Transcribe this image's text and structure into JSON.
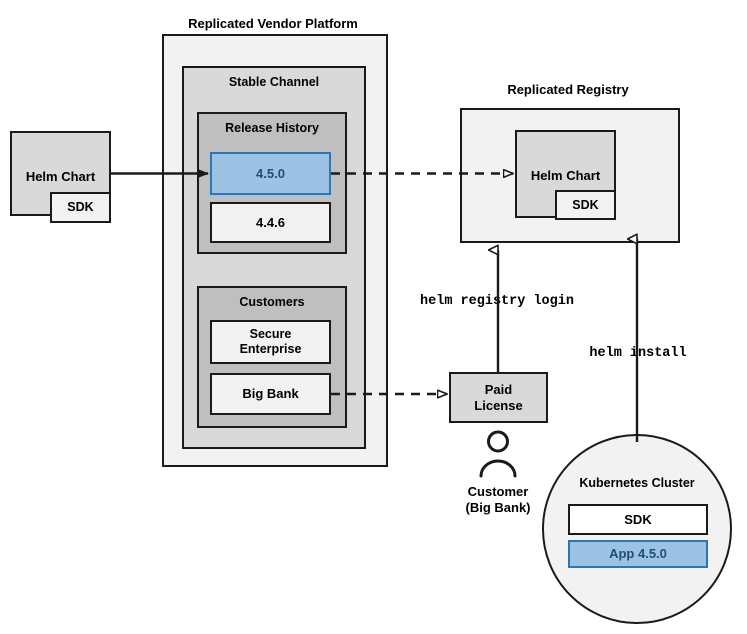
{
  "diagram": {
    "title_vendor_platform": "Replicated Vendor Platform",
    "title_registry": "Replicated Registry",
    "channel": {
      "title": "Stable Channel",
      "release_history": {
        "title": "Release History",
        "releases": [
          {
            "version": "4.5.0",
            "highlighted": true
          },
          {
            "version": "4.4.6",
            "highlighted": false
          }
        ]
      },
      "customers": {
        "title": "Customers",
        "items": [
          {
            "name": "Secure\nEnterprise"
          },
          {
            "name": "Big Bank"
          }
        ]
      }
    },
    "source_chart": {
      "title": "Helm Chart",
      "component": "SDK"
    },
    "registry_chart": {
      "title": "Helm Chart",
      "component": "SDK"
    },
    "license": {
      "label": "Paid\nLicense"
    },
    "customer_actor": {
      "line1": "Customer",
      "line2": "(Big Bank)",
      "icon": "person-icon"
    },
    "cluster": {
      "title": "Kubernetes Cluster",
      "sdk_label": "SDK",
      "app_label": "App 4.5.0"
    },
    "commands": {
      "registry_login": "helm registry login",
      "install": "helm install"
    },
    "colors": {
      "accent_blue_fill": "#9cc3e4",
      "accent_blue_border": "#2e75b6",
      "accent_blue_text": "#1f4e79",
      "outer_gray": "#f2f2f2",
      "mid_gray": "#d9d9d9",
      "inner_gray": "#bfbfbf",
      "stroke": "#1a1a1a"
    }
  }
}
